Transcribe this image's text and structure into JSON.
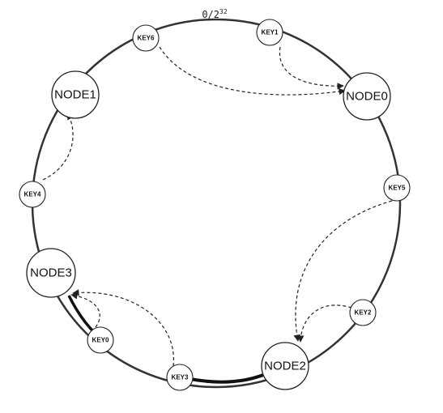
{
  "ring": {
    "label_base": "0/2",
    "label_exp": "32"
  },
  "nodes": {
    "node0": {
      "label": "NODE0"
    },
    "node1": {
      "label": "NODE1"
    },
    "node2": {
      "label": "NODE2"
    },
    "node3": {
      "label": "NODE3"
    }
  },
  "keys": {
    "key0": {
      "label": "KEY0"
    },
    "key1": {
      "label": "KEY1"
    },
    "key2": {
      "label": "KEY2"
    },
    "key3": {
      "label": "KEY3"
    },
    "key4": {
      "label": "KEY4"
    },
    "key5": {
      "label": "KEY5"
    },
    "key6": {
      "label": "KEY6"
    }
  },
  "colors": {
    "ring": "#333333",
    "ring_thick": "#111111",
    "stroke": "#222222"
  }
}
